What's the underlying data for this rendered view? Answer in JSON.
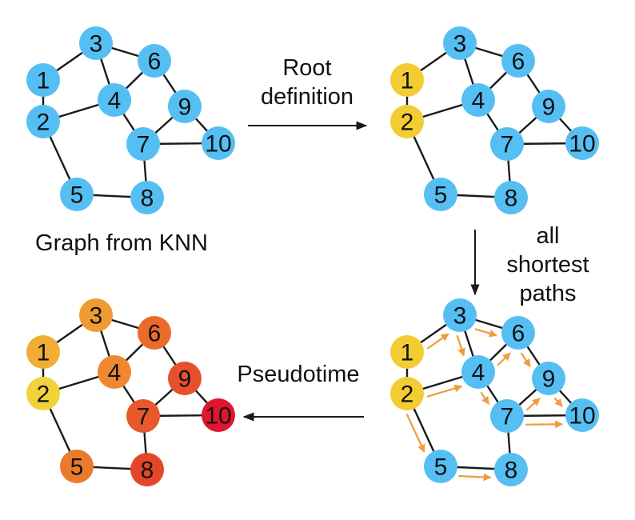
{
  "captions": {
    "graph_from_knn": "Graph from KNN",
    "root_definition_line1": "Root",
    "root_definition_line2": "definition",
    "all_shortest_paths_line1": "all",
    "all_shortest_paths_line2": "shortest",
    "all_shortest_paths_line3": "paths",
    "pseudotime": "Pseudotime"
  },
  "graph": {
    "node_ids": [
      "1",
      "2",
      "3",
      "4",
      "5",
      "6",
      "7",
      "8",
      "9",
      "10"
    ],
    "edges": [
      [
        "1",
        "3"
      ],
      [
        "1",
        "2"
      ],
      [
        "3",
        "4"
      ],
      [
        "3",
        "6"
      ],
      [
        "4",
        "6"
      ],
      [
        "2",
        "4"
      ],
      [
        "4",
        "7"
      ],
      [
        "2",
        "5"
      ],
      [
        "5",
        "8"
      ],
      [
        "7",
        "8"
      ],
      [
        "7",
        "9"
      ],
      [
        "7",
        "10"
      ],
      [
        "6",
        "9"
      ],
      [
        "9",
        "10"
      ]
    ]
  },
  "panels": {
    "knn": {
      "node_colors": [
        "#55bff3",
        "#55bff3",
        "#55bff3",
        "#55bff3",
        "#55bff3",
        "#55bff3",
        "#55bff3",
        "#55bff3",
        "#55bff3",
        "#55bff3"
      ]
    },
    "root": {
      "root_nodes": [
        "1",
        "2"
      ],
      "node_colors": [
        "#f2cc33",
        "#f2cc33",
        "#55bff3",
        "#55bff3",
        "#55bff3",
        "#55bff3",
        "#55bff3",
        "#55bff3",
        "#55bff3",
        "#55bff3"
      ]
    },
    "paths": {
      "node_colors": [
        "#f2cc33",
        "#f2cc33",
        "#55bff3",
        "#55bff3",
        "#55bff3",
        "#55bff3",
        "#55bff3",
        "#55bff3",
        "#55bff3",
        "#55bff3"
      ]
    },
    "pseudotime": {
      "node_colors": [
        "#f0ae35",
        "#f2d23a",
        "#ef9b33",
        "#ef8830",
        "#ec7a2c",
        "#ea6b2a",
        "#e8582b",
        "#e6452a",
        "#e8502c",
        "#e0162e"
      ]
    }
  },
  "colors": {
    "blue_node": "#55bff3",
    "root_yellow": "#f2cc33",
    "flow_arrow": "#f39a3c",
    "edge": "#1a1a1a"
  }
}
